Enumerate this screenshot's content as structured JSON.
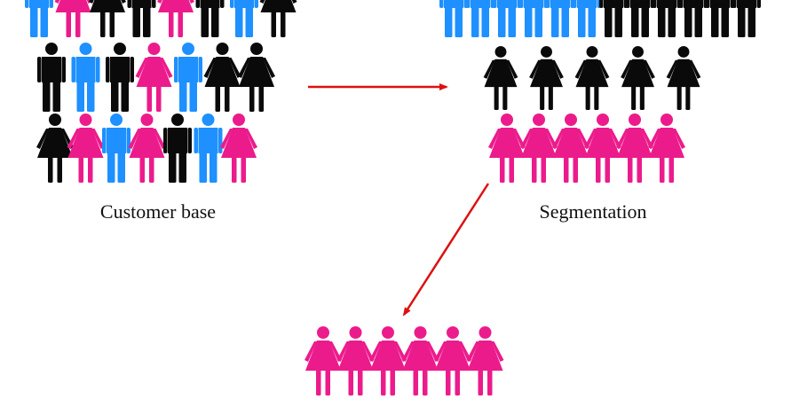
{
  "labels": {
    "customer_base": "Customer base",
    "segmentation": "Segmentation"
  },
  "colors": {
    "blue_man": "#1e90ff",
    "black": "#0a0a0a",
    "pink_woman": "#ec1b8c",
    "arrow": "#dd1111"
  },
  "figures": {
    "customer_base": [
      [
        "blue-man",
        "pink-woman",
        "black-woman",
        "black-man",
        "pink-woman",
        "black-man",
        "blue-man",
        "black-woman"
      ],
      [
        "black-man",
        "blue-man",
        "black-man",
        "pink-woman",
        "blue-man",
        "black-woman",
        "black-woman"
      ],
      [
        "black-woman",
        "pink-woman",
        "blue-man",
        "pink-woman",
        "black-man",
        "blue-man",
        "pink-woman"
      ]
    ],
    "segmentation": [
      [
        "blue-man",
        "blue-man",
        "blue-man",
        "blue-man",
        "blue-man",
        "blue-man",
        "black-man",
        "black-man",
        "black-man",
        "black-man",
        "black-man",
        "black-man"
      ],
      [
        "black-woman",
        "black-woman",
        "black-woman",
        "black-woman",
        "black-woman"
      ],
      [
        "pink-woman",
        "pink-woman",
        "pink-woman",
        "pink-woman",
        "pink-woman",
        "pink-woman"
      ]
    ],
    "target": [
      "pink-woman",
      "pink-woman",
      "pink-woman",
      "pink-woman",
      "pink-woman",
      "pink-woman"
    ]
  }
}
